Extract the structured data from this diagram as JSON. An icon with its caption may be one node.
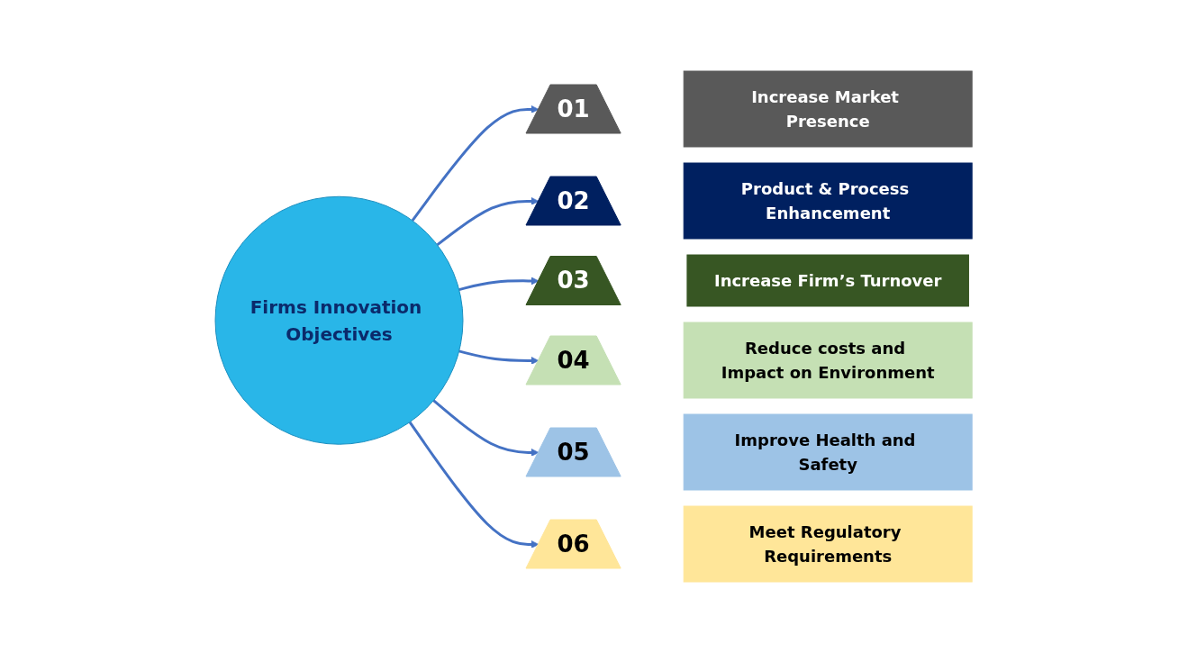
{
  "diagram": {
    "nodes": [
      {
        "text": [
          "Firms Innovation Objectives"
        ]
      },
      {
        "text": [
          "01"
        ]
      },
      {
        "text": [
          "Increase Market Presence"
        ]
      },
      {
        "text": [
          "02"
        ]
      },
      {
        "text": [
          "Product & Process Enhancement"
        ]
      },
      {
        "text": [
          "03"
        ]
      },
      {
        "text": [
          "Increase Firm’s Turnover"
        ]
      },
      {
        "text": [
          "04"
        ]
      },
      {
        "text": [
          "Reduce costs and Impact on Environment"
        ]
      },
      {
        "text": [
          "05"
        ]
      },
      {
        "text": [
          "Improve Health and Safety"
        ]
      },
      {
        "text": [
          "06"
        ]
      },
      {
        "text": [
          "Meet Regulatory Requirements"
        ]
      }
    ],
    "edges": [
      {
        "from": 0,
        "to": 1,
        "arrow": "to"
      },
      {
        "from": 0,
        "to": 3,
        "arrow": "to"
      },
      {
        "from": 0,
        "to": 5,
        "arrow": "to"
      },
      {
        "from": 0,
        "to": 7,
        "arrow": "to"
      },
      {
        "from": 0,
        "to": 9,
        "arrow": "to"
      },
      {
        "from": 0,
        "to": 11,
        "arrow": "to"
      }
    ]
  }
}
